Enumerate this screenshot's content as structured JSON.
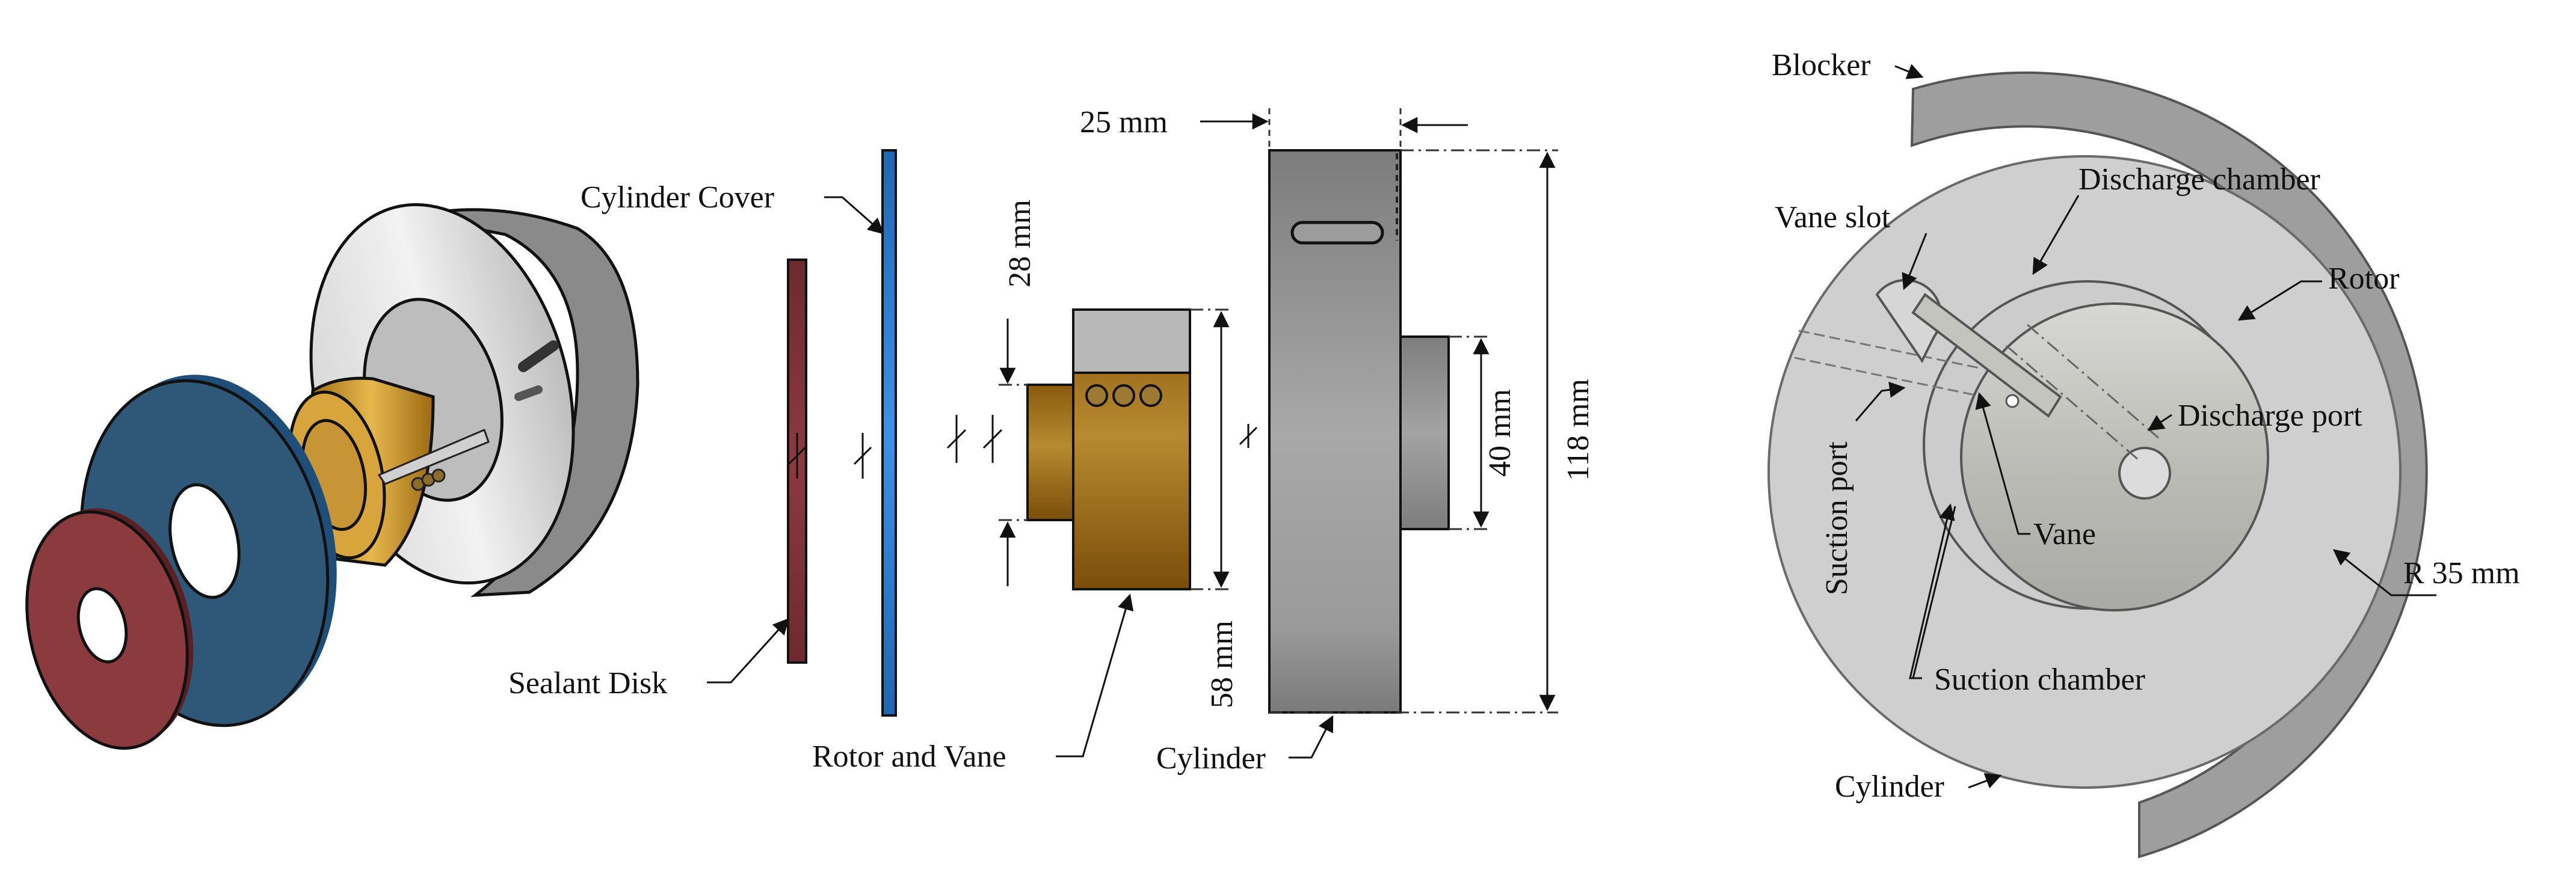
{
  "exploded_view": {
    "labels": {
      "cylinder_cover": "Cylinder Cover",
      "sealant_disk": "Sealant Disk",
      "rotor_and_vane": "Rotor and Vane",
      "cylinder": "Cylinder"
    },
    "dimensions": {
      "cover_gap": "25 mm",
      "rotor_width": "28 mm",
      "hub_diameter": "40 mm",
      "rotor_diameter": "58 mm",
      "cylinder_diameter": "118 mm"
    }
  },
  "cross_section": {
    "labels": {
      "blocker": "Blocker",
      "discharge_chamber": "Discharge chamber",
      "vane_slot": "Vane slot",
      "rotor": "Rotor",
      "discharge_port": "Discharge port",
      "suction_port": "Suction port",
      "vane": "Vane",
      "radius": "R 35 mm",
      "suction_chamber": "Suction chamber",
      "cylinder": "Cylinder"
    }
  },
  "colors": {
    "sealant_disk": "#8b3a3e",
    "cylinder_cover": "#2f5878",
    "cover_side": "#2f7fd1",
    "rotor_brass": "#a8781c",
    "cylinder_gray": "#9a9a9a",
    "section_fill": "#cfcfcf",
    "blocker": "#9e9e9e"
  }
}
